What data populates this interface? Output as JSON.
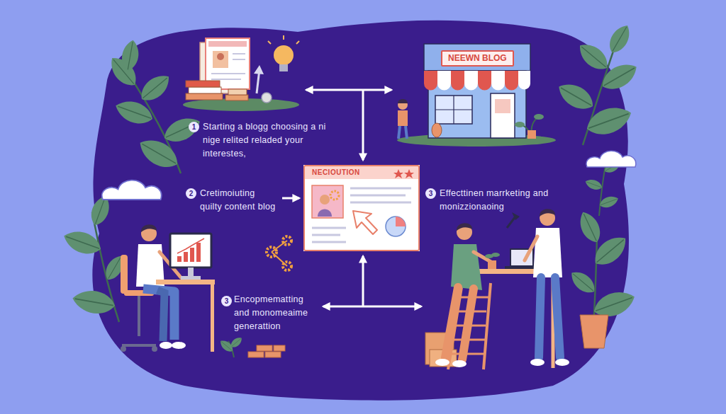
{
  "diagram": {
    "nodes": [
      {
        "text": [
          "NEEWN BLOG"
        ]
      },
      {
        "text": [
          "NECIOUTION"
        ]
      }
    ],
    "labels": [
      "1",
      "Starting a blogg choosing a ni nige relited reladed your interestes,",
      "2",
      "Cretimoiuting quilty content blog",
      "3",
      "Effecttinen marrketing and monizzionaoing",
      "3",
      "Encopmematting and monomeaime generattion"
    ]
  }
}
